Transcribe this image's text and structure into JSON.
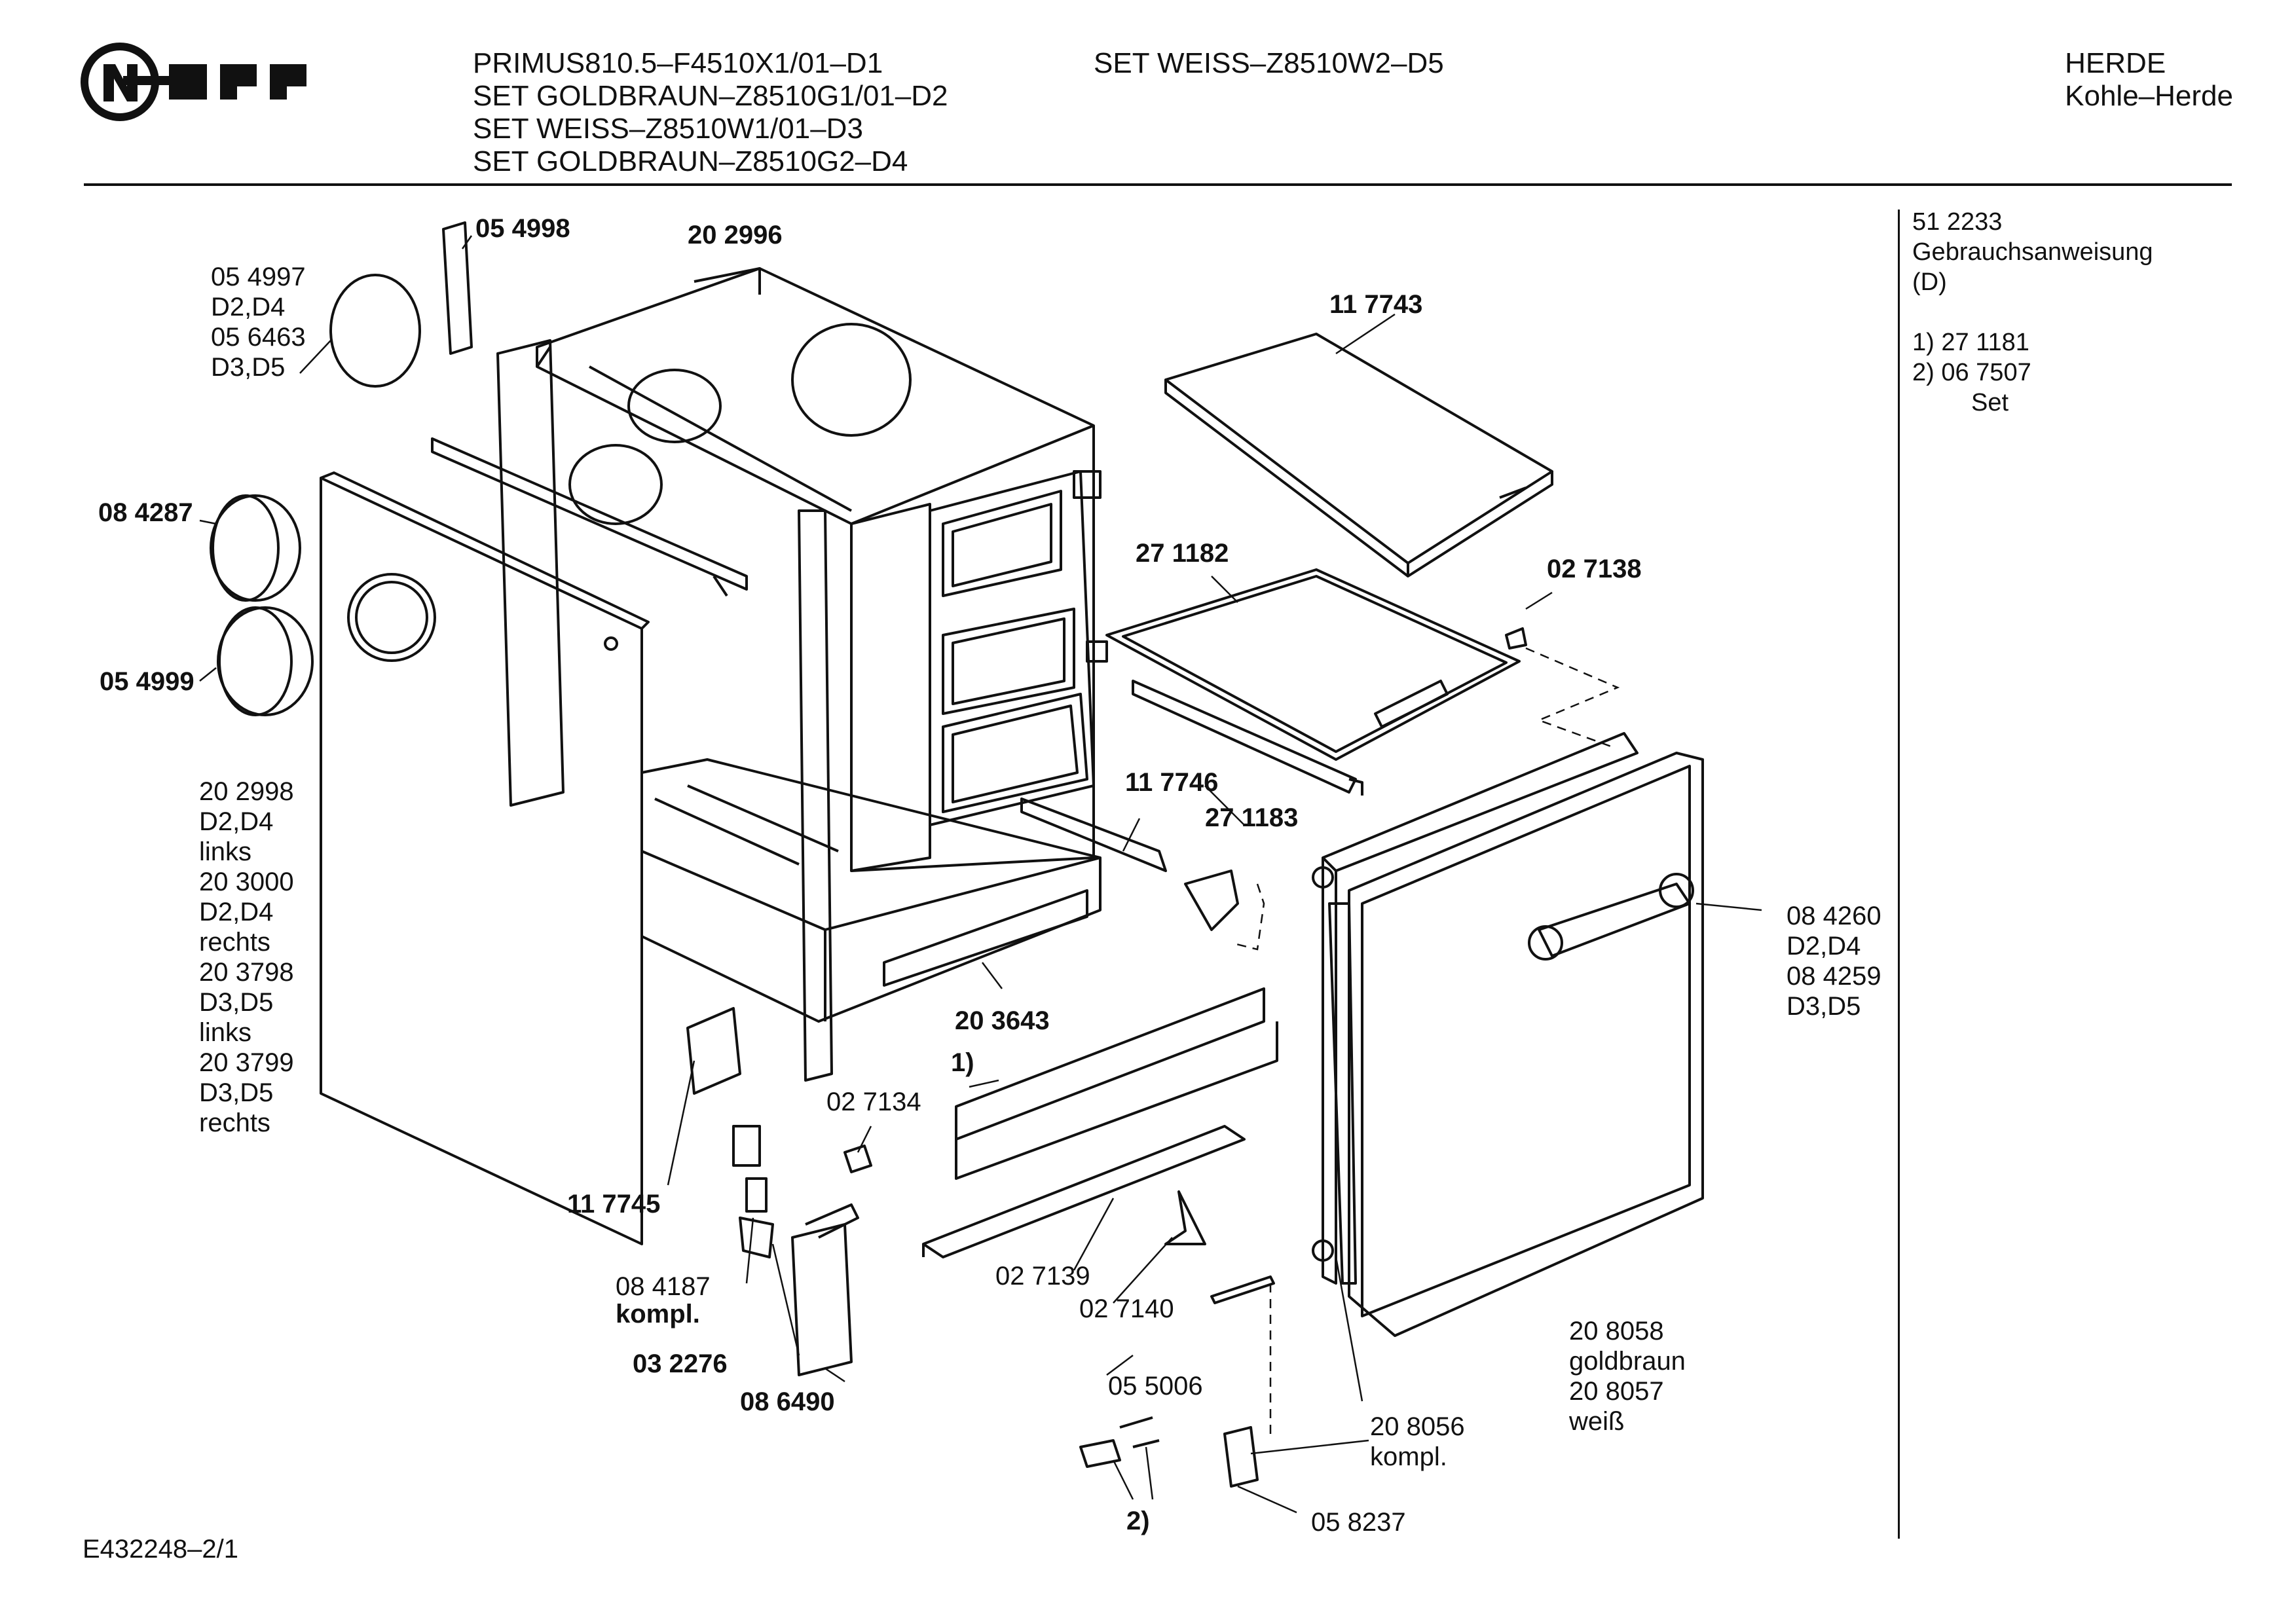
{
  "header": {
    "models": [
      "PRIMUS810.5–F4510X1/01–D1",
      "SET GOLDBRAUN–Z8510G1/01–D2",
      "SET WEISS–Z8510W1/01–D3",
      "SET GOLDBRAUN–Z8510G2–D4"
    ],
    "model_extra": "SET WEISS–Z8510W2–D5",
    "category": "HERDE",
    "subcategory": "Kohle–Herde"
  },
  "side_notes": {
    "manual_part": "51 2233",
    "manual_label": "Gebrauchsanweisung",
    "manual_lang": "(D)",
    "note1": "1)  27 1181",
    "note2": "2)  06 7507",
    "note2_sub": "Set"
  },
  "parts": {
    "p054998": "05 4998",
    "p202996": "20 2996",
    "p054997": "05 4997",
    "p054997_var": "D2,D4",
    "p056463": "05 6463",
    "p056463_var": "D3,D5",
    "p084287": "08 4287",
    "p054999": "05 4999",
    "p117743": "11 7743",
    "p271182": "27 1182",
    "p027138": "02 7138",
    "p117746": "11 7746",
    "p271183": "27 1183",
    "p203643": "20 3643",
    "note1_marker": "1)",
    "p027134": "02 7134",
    "p117745": "11 7745",
    "p084187": "08 4187",
    "p084187_sub": "kompl.",
    "p032276": "03 2276",
    "p086490": "08 6490",
    "p027139": "02 7139",
    "p027140": "02 7140",
    "p055006": "05 5006",
    "note2_marker": "2)",
    "p058237": "05 8237",
    "p208056": "20 8056",
    "p208056_sub": "kompl.",
    "p208058": "20 8058",
    "p208058_color": "goldbraun",
    "p208057": "20 8057",
    "p208057_color": "weiß",
    "p084260": "08 4260",
    "p084260_var": "D2,D4",
    "p084259": "08 4259",
    "p084259_var": "D3,D5",
    "side_panel": [
      "20 2998",
      "D2,D4",
      "links",
      "20 3000",
      "D2,D4",
      "rechts",
      "20 3798",
      "D3,D5",
      "links",
      "20 3799",
      "D3,D5",
      "rechts"
    ]
  },
  "footer": {
    "doc_id": "E432248–2/1"
  },
  "icons": {
    "brand_logo": "neff-logo"
  }
}
